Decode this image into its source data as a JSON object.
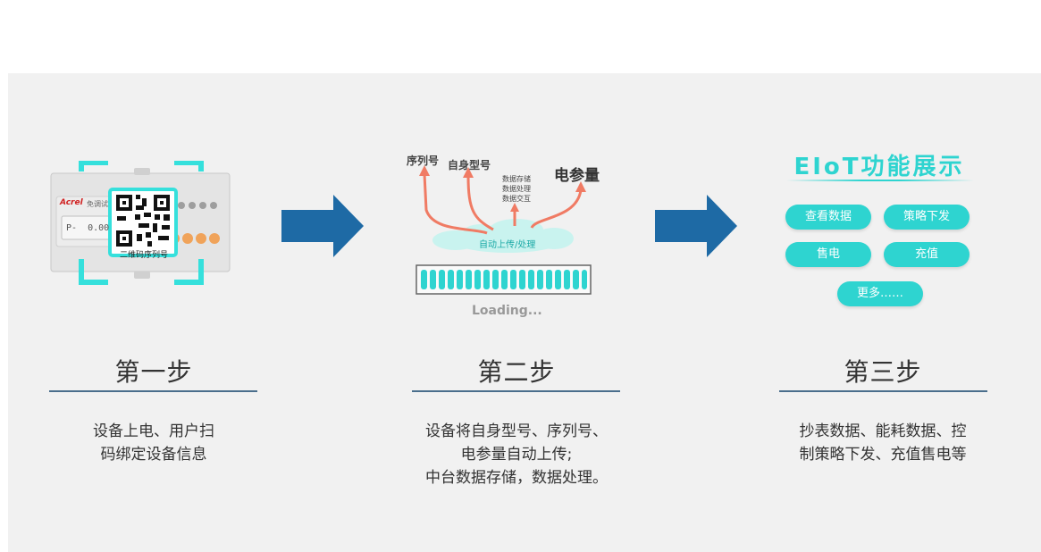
{
  "steps": [
    {
      "title": "第一步",
      "desc": "设备上电、用户扫\n码绑定设备信息"
    },
    {
      "title": "第二步",
      "desc": "设备将自身型号、序列号、\n电参量自动上传;\n中台数据存储，数据处理。"
    },
    {
      "title": "第三步",
      "desc": "抄表数据、能耗数据、控\n制策略下发、充值售电等"
    }
  ],
  "device": {
    "brand": "Acrel",
    "brand_sub": "免调试",
    "display": "P-  0.00",
    "qr_caption": "二维码序列号"
  },
  "upload": {
    "serial": "序列号",
    "model": "自身型号",
    "data_lines": [
      "数据存储",
      "数据处理",
      "数据交互"
    ],
    "electric": "电参量",
    "cloud_label": "自动上传/处理",
    "loading": "Loading..."
  },
  "eiot": {
    "title": "EIoT功能展示",
    "buttons": [
      "查看数据",
      "策略下发",
      "售电",
      "充值",
      "更多……"
    ]
  },
  "colors": {
    "accent": "#2ed4d0",
    "arrow": "#1e6aa5",
    "line": "#4a6e8c",
    "upload_arrow": "#f07b64"
  }
}
